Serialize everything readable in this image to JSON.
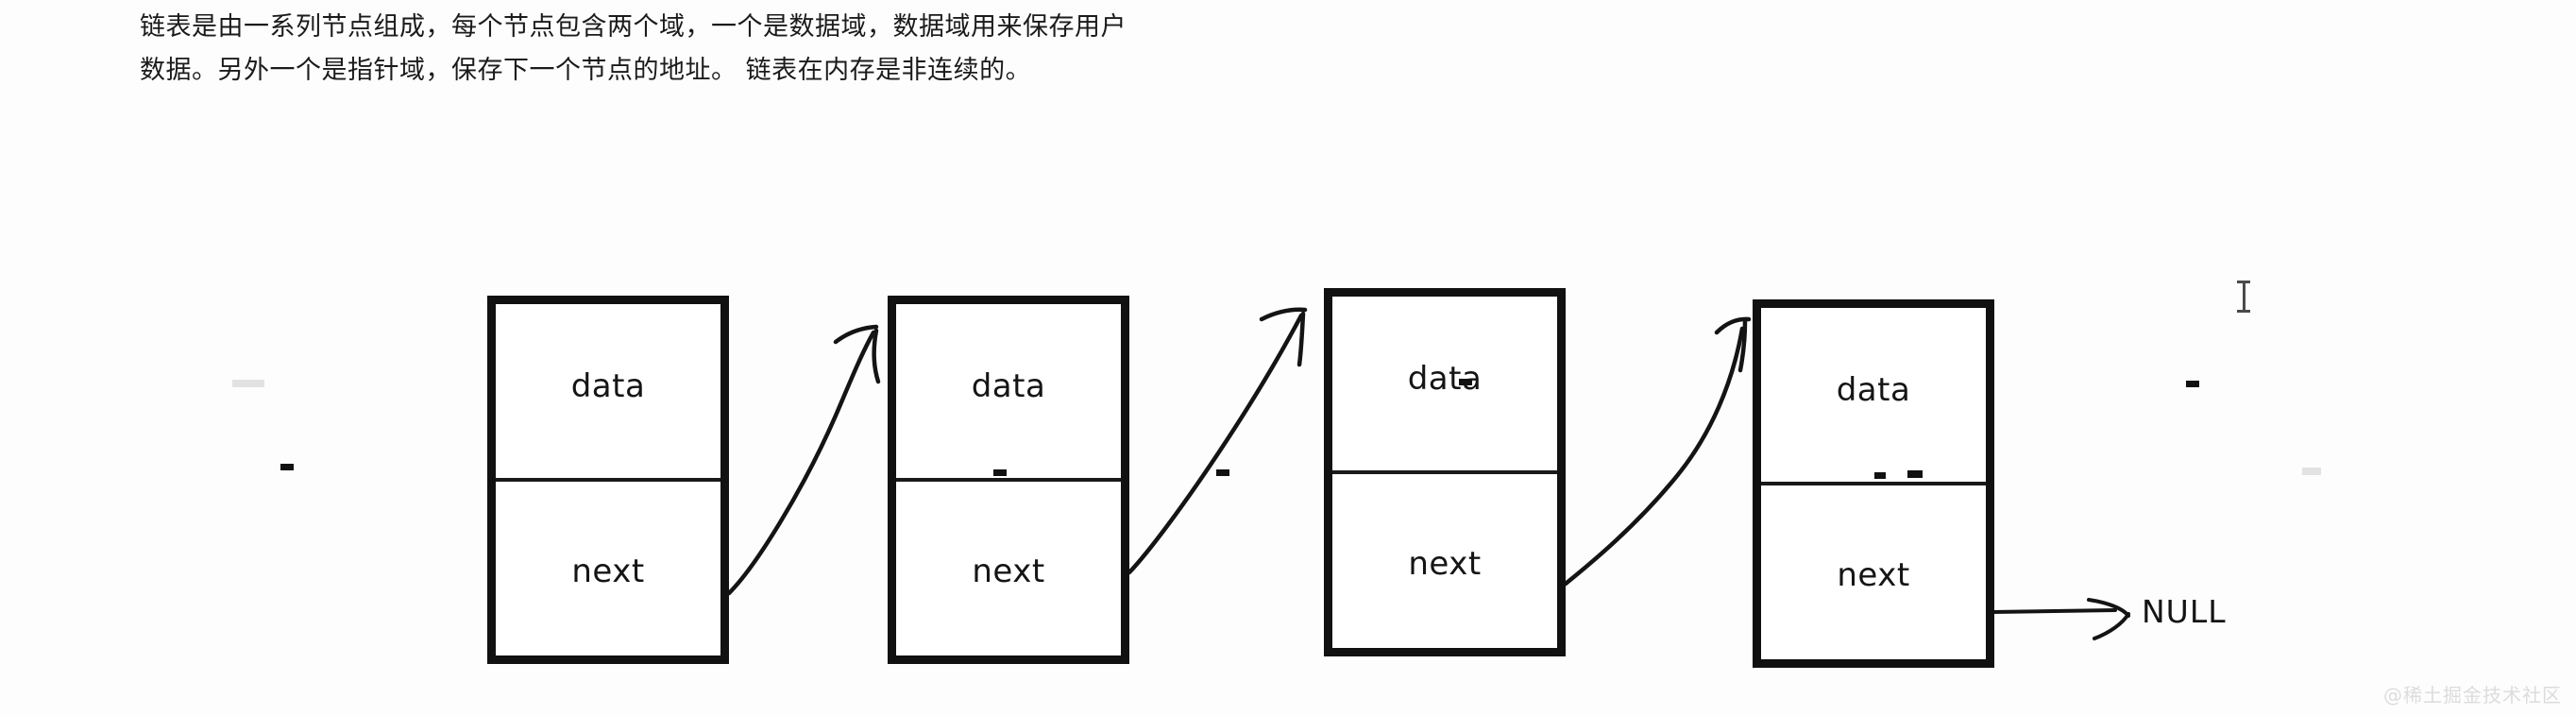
{
  "page": {
    "background_color": "#fdfdfd",
    "ink_color": "#111111"
  },
  "intro": {
    "line1": "链表是由一系列节点组成，每个节点包含两个域，一个是数据域，数据域用来保存用户",
    "line2": "数据。另外一个是指针域，保存下一个节点的地址。 链表在内存是非连续的。"
  },
  "diagram": {
    "type": "linked-list",
    "terminator_label": "NULL",
    "nodes": [
      {
        "data_label": "data",
        "next_label": "next"
      },
      {
        "data_label": "data",
        "next_label": "next"
      },
      {
        "data_label": "data",
        "next_label": "next"
      },
      {
        "data_label": "data",
        "next_label": "next"
      }
    ]
  },
  "watermark": {
    "text": "@稀土掘金技术社区"
  },
  "cursor": {
    "kind": "text-ibeam"
  }
}
